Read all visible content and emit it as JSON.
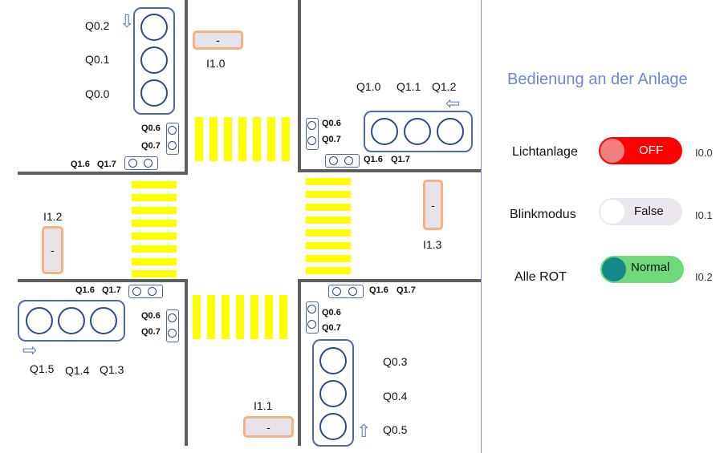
{
  "panel": {
    "title": "Bedienung an der Anlage",
    "rows": [
      {
        "label": "Lichtanlage",
        "state": "OFF",
        "io": "I0.0",
        "track_color": "#ff0000",
        "knob_color": "#f08080"
      },
      {
        "label": "Blinkmodus",
        "state": "False",
        "io": "I0.1",
        "track_color": "#ece6ef",
        "knob_color": "#ffffff"
      },
      {
        "label": "Alle ROT",
        "state": "Normal",
        "io": "I0.2",
        "track_color": "#6fd87a",
        "knob_color": "#138a8a"
      }
    ]
  },
  "lights": {
    "north_q": [
      "Q0.2",
      "Q0.1",
      "Q0.0"
    ],
    "east_q": [
      "Q1.0",
      "Q1.1",
      "Q1.2"
    ],
    "west_q": [
      "Q1.5",
      "Q1.4",
      "Q1.3"
    ],
    "south_q": [
      "Q0.3",
      "Q0.4",
      "Q0.5"
    ],
    "ped_q06": "Q0.6",
    "ped_q07": "Q0.7",
    "ped_q16": "Q1.6",
    "ped_q17": "Q1.7"
  },
  "sensors": {
    "i10": {
      "label": "I1.0",
      "value": "-"
    },
    "i11": {
      "label": "I1.1",
      "value": "-"
    },
    "i12": {
      "label": "I1.2",
      "value": "-"
    },
    "i13": {
      "label": "I1.3",
      "value": "-"
    }
  },
  "colors": {
    "accent": "#6f84d8",
    "road": "#5f5f5f",
    "crosswalk": "#ffff00",
    "light_frame": "#4f6aa5",
    "sensor_border": "#f4b183"
  }
}
